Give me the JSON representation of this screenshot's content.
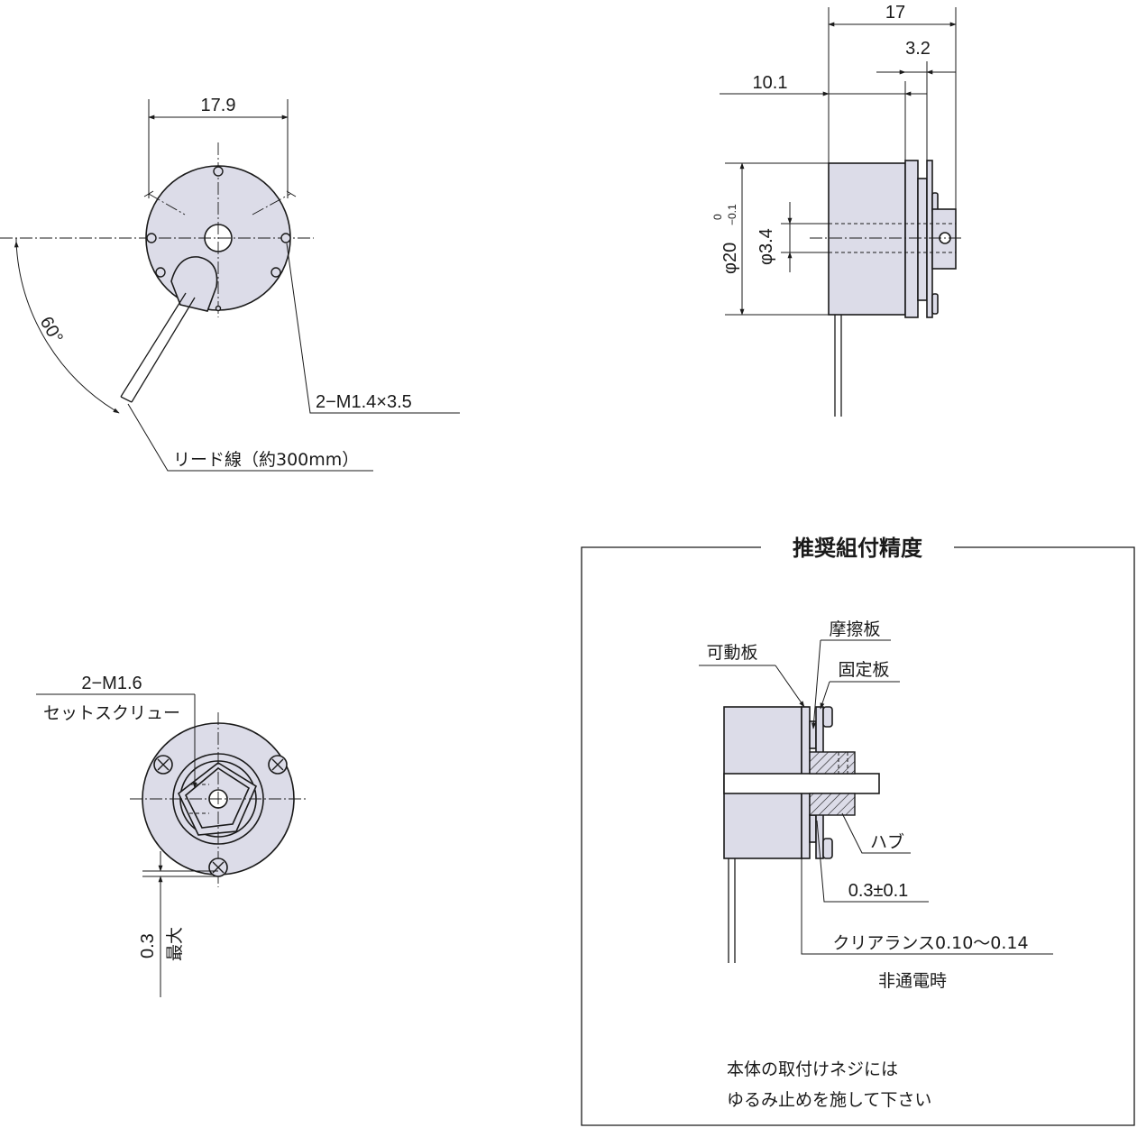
{
  "front_view": {
    "width_dim": "17.9",
    "angle": "60°",
    "screw_note": "2−M1.4×3.5",
    "lead_note": "リード線（約300mm）"
  },
  "side_view": {
    "overall_length": "17",
    "flange_length": "3.2",
    "body_length": "10.1",
    "body_diameter": "φ20",
    "body_tol_upper": "0",
    "body_tol_lower": "−0.1",
    "shaft_diameter": "φ3.4"
  },
  "rear_view": {
    "screw_note": "2−M1.6",
    "screw_type": "セットスクリュー",
    "max_offset": "0.3",
    "max_label": "最大"
  },
  "recommended_box": {
    "title": "推奨組付精度",
    "friction_plate": "摩擦板",
    "movable_plate": "可動板",
    "fixed_plate": "固定板",
    "hub": "ハブ",
    "gap": "0.3±0.1",
    "clearance": "クリアランス0.10〜0.14",
    "condition": "非通電時",
    "note_line1": "本体の取付けネジには",
    "note_line2": "ゆるみ止めを施して下さい"
  }
}
